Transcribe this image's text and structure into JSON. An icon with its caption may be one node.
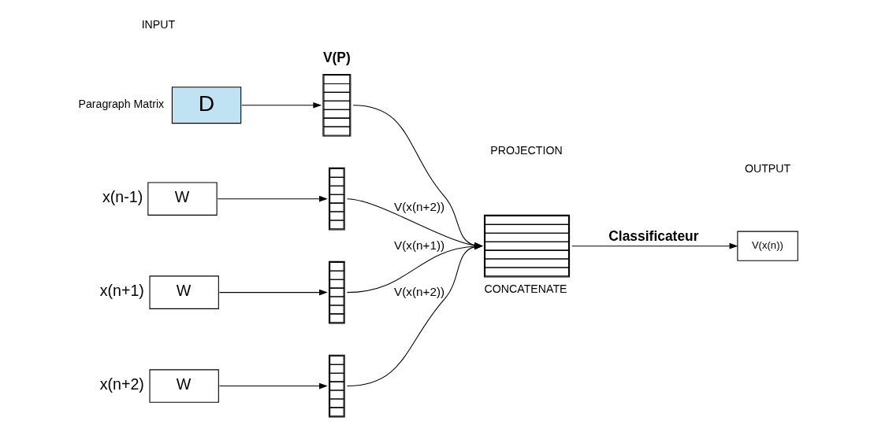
{
  "diagram": {
    "nodes": [
      {
        "text": [
          "D"
        ],
        "beside": [
          "Paragraph Matrix"
        ]
      },
      {
        "text": [
          "W"
        ],
        "beside": [
          "x(n-1)"
        ]
      },
      {
        "text": [
          "W"
        ],
        "beside": [
          "x(n+1)"
        ]
      },
      {
        "text": [
          "W"
        ],
        "beside": [
          "x(n+2)"
        ]
      },
      {
        "text": [],
        "shape": "bar",
        "beside": [
          "V(P)"
        ]
      },
      {
        "text": [],
        "shape": "bar"
      },
      {
        "text": [],
        "shape": "bar"
      },
      {
        "text": [],
        "shape": "bar"
      },
      {
        "text": [],
        "shape": "bar",
        "beside": [
          "CONCATENATE"
        ]
      },
      {
        "text": [
          "V(x(n))"
        ]
      }
    ],
    "edges": [
      {
        "from": 0,
        "to": 4,
        "arrow": "to"
      },
      {
        "from": 1,
        "to": 5,
        "arrow": "to"
      },
      {
        "from": 2,
        "to": 6,
        "arrow": "to"
      },
      {
        "from": 3,
        "to": 7,
        "arrow": "to"
      },
      {
        "from": 4,
        "to": 8,
        "arrow": "to"
      },
      {
        "from": 5,
        "to": 8,
        "arrow": "to",
        "label": "V(x(n+2))"
      },
      {
        "from": 6,
        "to": 8,
        "arrow": "to",
        "label": "V(x(n+1))"
      },
      {
        "from": 7,
        "to": 8,
        "arrow": "to",
        "label": "V(x(n+2))"
      },
      {
        "from": 8,
        "to": 9,
        "arrow": "to",
        "label": "Classificateur"
      }
    ],
    "labels": [
      "INPUT",
      "PROJECTION",
      "OUTPUT"
    ]
  }
}
